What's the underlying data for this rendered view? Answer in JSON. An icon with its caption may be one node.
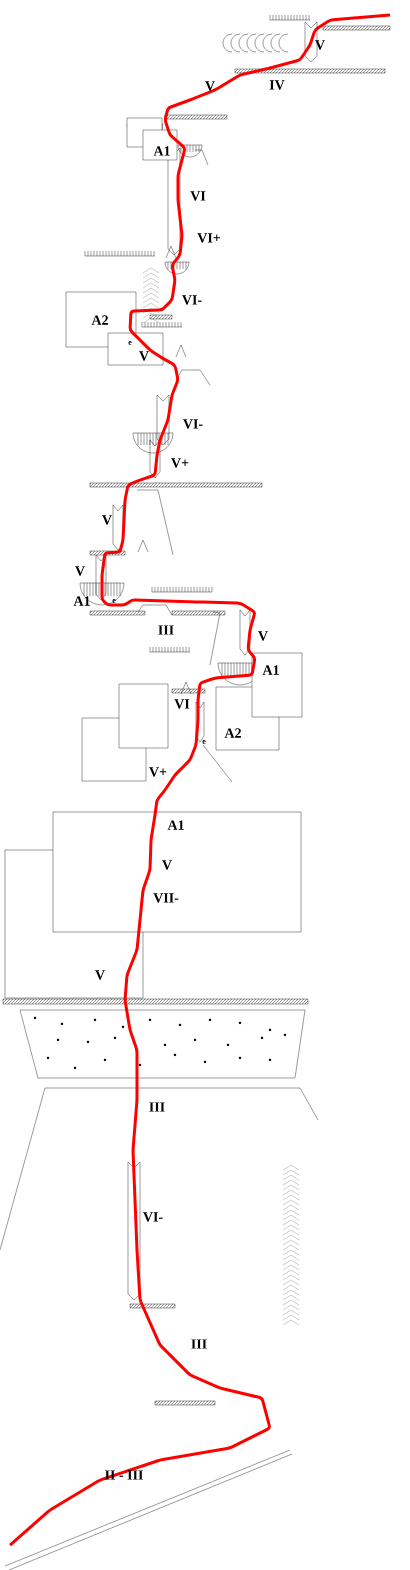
{
  "diagram": {
    "nodes": [
      {
        "text": [],
        "shape": "box"
      },
      {
        "text": [
          "A1"
        ]
      },
      {
        "text": [
          "A2"
        ]
      },
      {
        "text": [
          "e",
          "V"
        ]
      },
      {
        "text": [
          "A1"
        ]
      },
      {
        "text": [
          "A2"
        ]
      },
      {
        "text": [],
        "shape": "box"
      },
      {
        "text": [],
        "shape": "box"
      },
      {
        "text": [
          "A1",
          "V",
          "VII-"
        ]
      },
      {
        "text": [
          "V"
        ]
      }
    ],
    "labels": [
      "V",
      "IV",
      "V",
      "VI",
      "VI+",
      "VI-",
      "VI-",
      "V+",
      "V",
      "V",
      "A1",
      "e",
      "III",
      "V",
      "VI",
      "e",
      "V+",
      "III",
      "VI-",
      "III",
      "II - III"
    ]
  }
}
